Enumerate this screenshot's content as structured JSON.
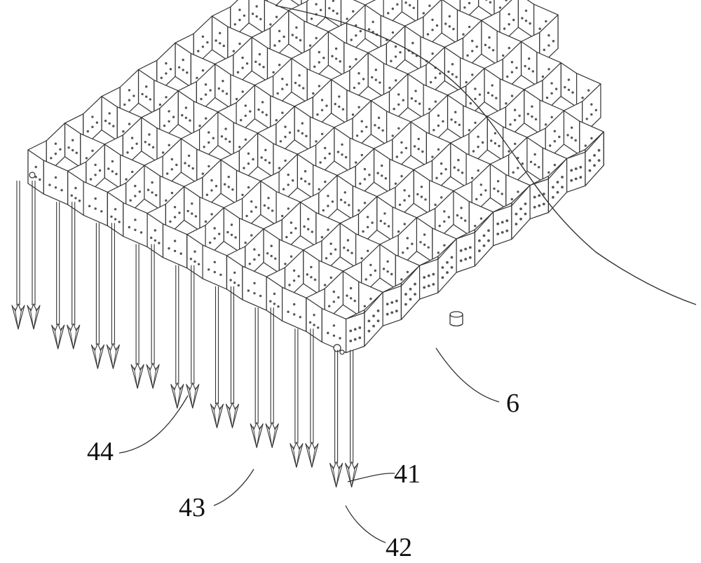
{
  "figure": {
    "line_color": "#333333",
    "panel_fill": "#ffffff",
    "background": "#ffffff"
  },
  "labels": {
    "lbl_6": "6",
    "lbl_41": "41",
    "lbl_42": "42",
    "lbl_43": "43",
    "lbl_44": "44"
  }
}
